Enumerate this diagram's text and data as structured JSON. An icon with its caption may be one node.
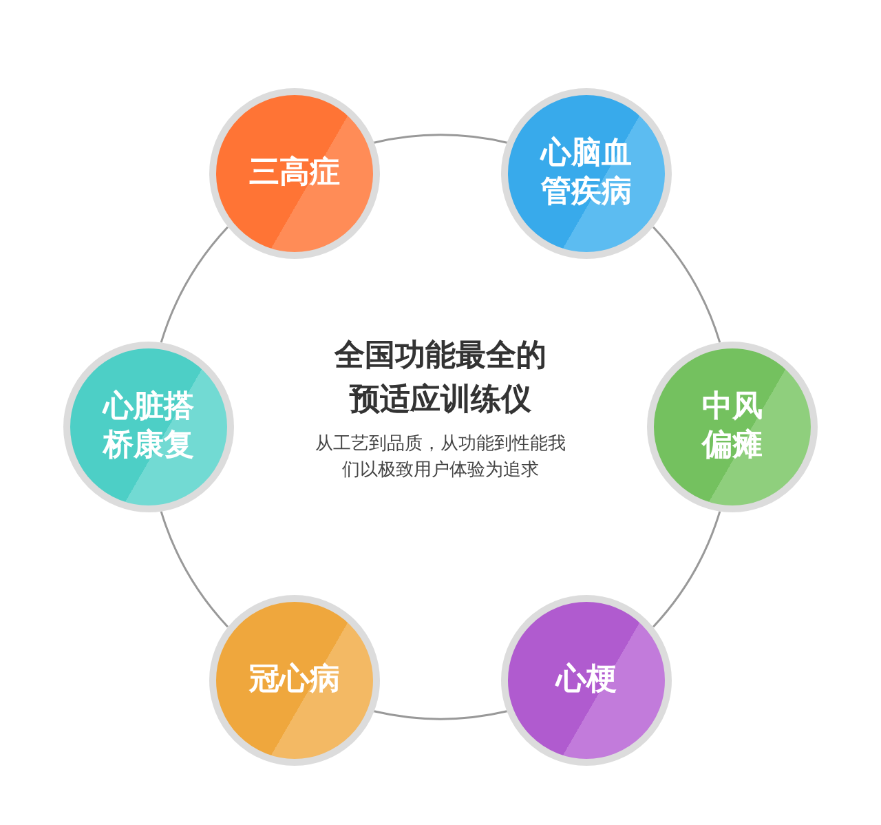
{
  "diagram": {
    "title": "全国功能最全的预适应训练仪",
    "nodes": [
      {
        "text": [
          "三高症"
        ]
      },
      {
        "text": [
          "心脑血管疾病"
        ]
      },
      {
        "text": [
          "中风偏瘫"
        ]
      },
      {
        "text": [
          "心梗"
        ]
      },
      {
        "text": [
          "冠心病"
        ]
      },
      {
        "text": [
          "心脏搭桥康复"
        ]
      }
    ],
    "edges": [
      {
        "from": 0,
        "to": 1,
        "arrow": "none"
      },
      {
        "from": 1,
        "to": 2,
        "arrow": "none"
      },
      {
        "from": 2,
        "to": 3,
        "arrow": "none"
      },
      {
        "from": 3,
        "to": 4,
        "arrow": "none"
      },
      {
        "from": 4,
        "to": 5,
        "arrow": "none"
      },
      {
        "from": 5,
        "to": 0,
        "arrow": "none"
      }
    ],
    "labels": [
      "从工艺到品质，从功能到性能我们以极致用户体验为追求"
    ]
  }
}
